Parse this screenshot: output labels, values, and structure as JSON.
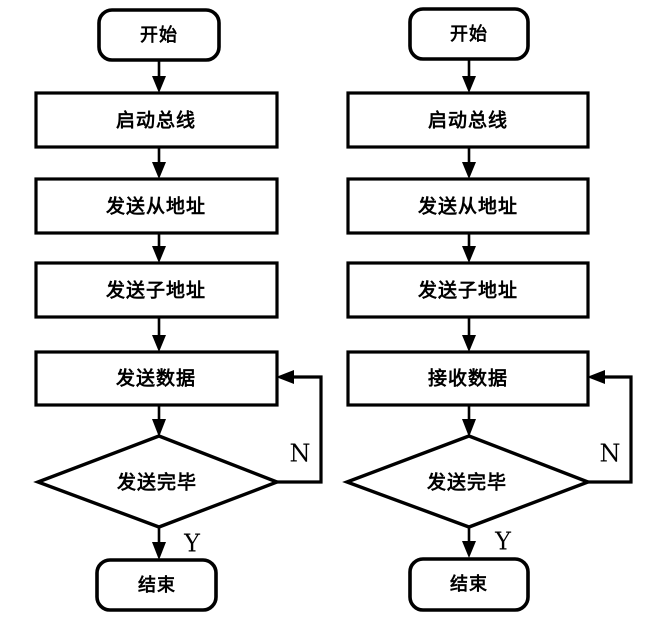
{
  "diagram": {
    "type": "flowchart-pair",
    "background": "#ffffff",
    "stroke_color": "#000000",
    "fill_color": "#ffffff",
    "flowcharts": [
      {
        "id": "write-flow",
        "name": "i2c-write-flowchart",
        "position": "left",
        "nodes": [
          {
            "id": "l-start",
            "shape": "terminator",
            "label": "开始"
          },
          {
            "id": "l-step1",
            "shape": "process",
            "label": "启动总线"
          },
          {
            "id": "l-step2",
            "shape": "process",
            "label": "发送从地址"
          },
          {
            "id": "l-step3",
            "shape": "process",
            "label": "发送子地址"
          },
          {
            "id": "l-step4",
            "shape": "process",
            "label": "发送数据"
          },
          {
            "id": "l-decide",
            "shape": "decision",
            "label": "发送完毕"
          },
          {
            "id": "l-end",
            "shape": "terminator",
            "label": "结束"
          }
        ],
        "edges": [
          {
            "from": "l-start",
            "to": "l-step1",
            "label": ""
          },
          {
            "from": "l-step1",
            "to": "l-step2",
            "label": ""
          },
          {
            "from": "l-step2",
            "to": "l-step3",
            "label": ""
          },
          {
            "from": "l-step3",
            "to": "l-step4",
            "label": ""
          },
          {
            "from": "l-step4",
            "to": "l-decide",
            "label": ""
          },
          {
            "from": "l-decide",
            "to": "l-end",
            "label": "Y"
          },
          {
            "from": "l-decide",
            "to": "l-step4",
            "label": "N"
          }
        ],
        "branch_labels": {
          "no": "N",
          "yes": "Y"
        }
      },
      {
        "id": "read-flow",
        "name": "i2c-read-flowchart",
        "position": "right",
        "nodes": [
          {
            "id": "r-start",
            "shape": "terminator",
            "label": "开始"
          },
          {
            "id": "r-step1",
            "shape": "process",
            "label": "启动总线"
          },
          {
            "id": "r-step2",
            "shape": "process",
            "label": "发送从地址"
          },
          {
            "id": "r-step3",
            "shape": "process",
            "label": "发送子地址"
          },
          {
            "id": "r-step4",
            "shape": "process",
            "label": "接收数据"
          },
          {
            "id": "r-decide",
            "shape": "decision",
            "label": "发送完毕"
          },
          {
            "id": "r-end",
            "shape": "terminator",
            "label": "结束"
          }
        ],
        "edges": [
          {
            "from": "r-start",
            "to": "r-step1",
            "label": ""
          },
          {
            "from": "r-step1",
            "to": "r-step2",
            "label": ""
          },
          {
            "from": "r-step2",
            "to": "r-step3",
            "label": ""
          },
          {
            "from": "r-step3",
            "to": "r-step4",
            "label": ""
          },
          {
            "from": "r-step4",
            "to": "r-decide",
            "label": ""
          },
          {
            "from": "r-decide",
            "to": "r-end",
            "label": "Y"
          },
          {
            "from": "r-decide",
            "to": "r-step4",
            "label": "N"
          }
        ],
        "branch_labels": {
          "no": "N",
          "yes": "Y"
        }
      }
    ]
  }
}
